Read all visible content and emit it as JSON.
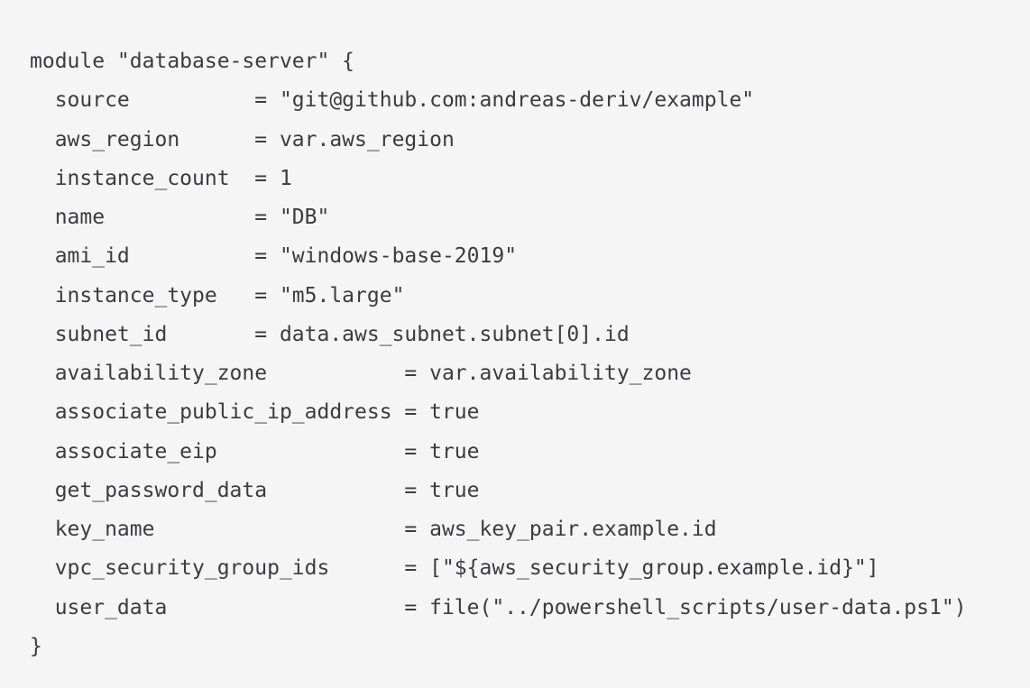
{
  "code_block": {
    "language": "terraform",
    "block_type": "module",
    "module_name": "database-server",
    "colors": {
      "background": "#f5f5f6",
      "text": "#3c3c3e"
    },
    "lines": [
      "module \"database-server\" {",
      "  source          = \"git@github.com:andreas-deriv/example\"",
      "  aws_region      = var.aws_region",
      "  instance_count  = 1",
      "  name            = \"DB\"",
      "  ami_id          = \"windows-base-2019\"",
      "  instance_type   = \"m5.large\"",
      "  subnet_id       = data.aws_subnet.subnet[0].id",
      "  availability_zone           = var.availability_zone",
      "  associate_public_ip_address = true",
      "  associate_eip               = true",
      "  get_password_data           = true",
      "  key_name                    = aws_key_pair.example.id",
      "  vpc_security_group_ids      = [\"${aws_security_group.example.id}\"]",
      "  user_data                   = file(\"../powershell_scripts/user-data.ps1\")",
      "}"
    ]
  }
}
